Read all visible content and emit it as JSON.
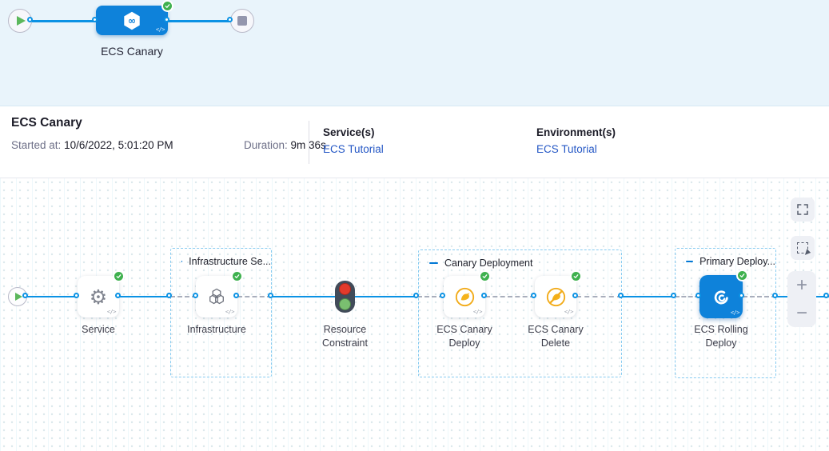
{
  "minimap": {
    "stage_label": "ECS Canary"
  },
  "details": {
    "title": "ECS Canary",
    "started_label": "Started at:",
    "started_value": "10/6/2022, 5:01:20 PM",
    "duration_label": "Duration:",
    "duration_value": "9m 36s",
    "services_label": "Service(s)",
    "services_value": "ECS Tutorial",
    "environments_label": "Environment(s)",
    "environments_value": "ECS Tutorial"
  },
  "graph": {
    "groups": [
      {
        "title": "Infrastructure Se..."
      },
      {
        "title": "Canary Deployment"
      },
      {
        "title": "Primary Deploy..."
      }
    ],
    "nodes": [
      {
        "label": "Service"
      },
      {
        "label": "Infrastructure"
      },
      {
        "label": "Resource Constraint"
      },
      {
        "label": "ECS Canary Deploy"
      },
      {
        "label": "ECS Canary Delete"
      },
      {
        "label": "ECS Rolling Deploy"
      }
    ],
    "code_icon": "</>"
  },
  "controls": {
    "zoom_in": "+",
    "zoom_out": "−"
  },
  "icons": {
    "start": "play-icon",
    "end": "stop-icon",
    "stage": "pipeline-hexagon-icon",
    "service": "gear-icon",
    "infrastructure": "hexagon-cluster-icon",
    "resource_constraint": "traffic-light-icon",
    "canary_deploy": "canary-bird-icon",
    "canary_delete": "canary-bird-slash-icon",
    "rolling_deploy": "ecs-swirl-icon",
    "status": "check-circle-icon"
  },
  "colors": {
    "primary_blue": "#0e82da",
    "edge_blue": "#0b92e4",
    "success_green": "#3fb14f",
    "canary_yellow": "#f5b31c",
    "link_blue": "#2457c5",
    "minimap_bg": "#e9f4fb"
  }
}
